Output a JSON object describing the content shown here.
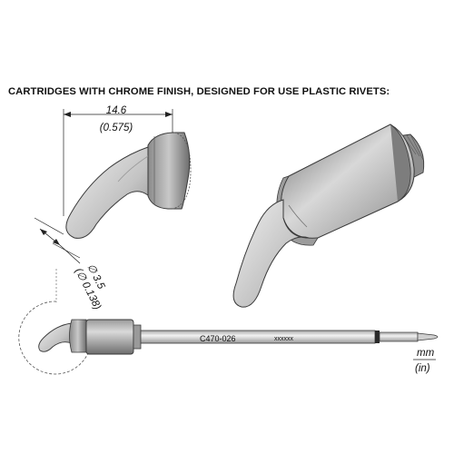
{
  "heading": "CARTRIDGES WITH CHROME FINISH, DESIGNED FOR USE PLASTIC RIVETS:",
  "dimensions": {
    "length_mm": "14.6",
    "length_in": "(0.575)",
    "tip_diameter_mm": "∅ 3.5",
    "tip_diameter_in": "(∅ 0.138)"
  },
  "cartridge": {
    "part_number": "C470-026",
    "serial_placeholder": "xxxxxx"
  },
  "units": {
    "metric": "mm",
    "imperial": "(in)"
  },
  "colors": {
    "metal_light": "#d4d4d4",
    "metal_dark": "#7a7a7a",
    "outline": "#3a3a3a"
  }
}
